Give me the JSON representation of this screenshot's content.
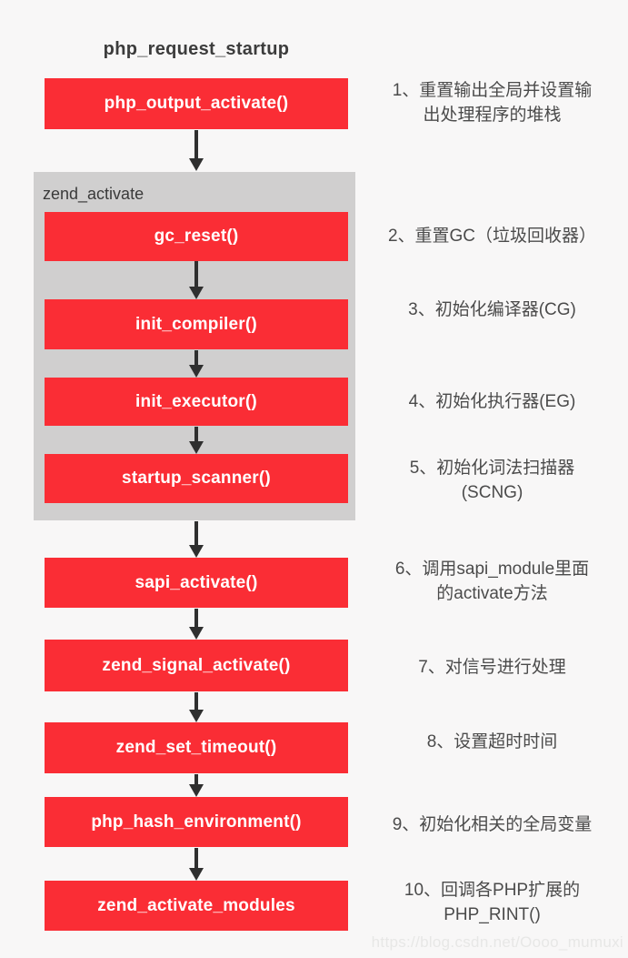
{
  "page": {
    "title": "php_request_startup",
    "watermark": "https://blog.csdn.net/Oooo_mumuxi",
    "background_color": "#f8f7f7"
  },
  "colors": {
    "node_fill": "#fa2d35",
    "node_text": "#ffffff",
    "group_fill": "#d0cfcf",
    "arrow": "#2f2f2f",
    "title_text": "#3c3c3c",
    "annotation_text": "#4b4b4b",
    "watermark_text": "#e7e7e6"
  },
  "group": {
    "label": "zend_activate"
  },
  "nodes": [
    {
      "label": "php_output_activate()"
    },
    {
      "label": "gc_reset()"
    },
    {
      "label": "init_compiler()"
    },
    {
      "label": "init_executor()"
    },
    {
      "label": "startup_scanner()"
    },
    {
      "label": "sapi_activate()"
    },
    {
      "label": "zend_signal_activate()"
    },
    {
      "label": "zend_set_timeout()"
    },
    {
      "label": "php_hash_environment()"
    },
    {
      "label": "zend_activate_modules"
    }
  ],
  "annotations": [
    {
      "text": "1、重置输出全局并设置输\n出处理程序的堆栈"
    },
    {
      "text": "2、重置GC（垃圾回收器）"
    },
    {
      "text": "3、初始化编译器(CG)"
    },
    {
      "text": "4、初始化执行器(EG)"
    },
    {
      "text": "5、初始化词法扫描器\n(SCNG)"
    },
    {
      "text": "6、调用sapi_module里面\n的activate方法"
    },
    {
      "text": "7、对信号进行处理"
    },
    {
      "text": "8、设置超时时间"
    },
    {
      "text": "9、初始化相关的全局变量"
    },
    {
      "text": "10、回调各PHP扩展的\nPHP_RINT()"
    }
  ]
}
